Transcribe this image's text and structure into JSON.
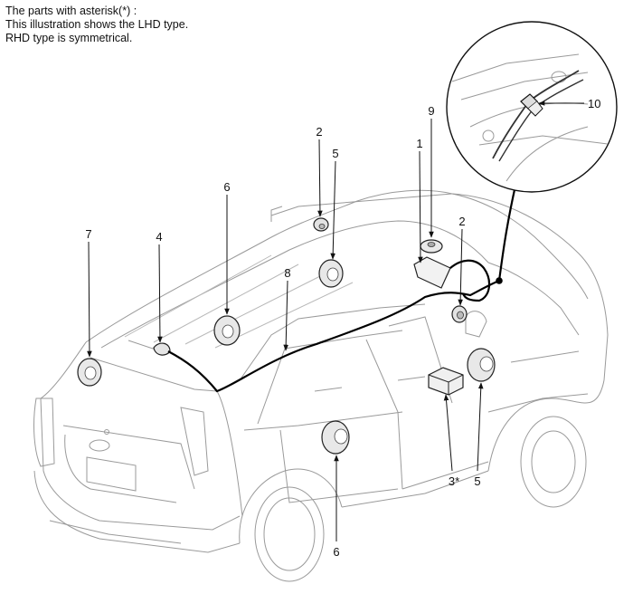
{
  "notes": {
    "line1": "The parts with asterisk(*) :",
    "line2": "This illustration shows the LHD type.",
    "line3": "RHD type is symmetrical."
  },
  "callouts": {
    "c1": "1",
    "c2a": "2",
    "c2b": "2",
    "c3": "3*",
    "c4": "4",
    "c5a": "5",
    "c5b": "5",
    "c6a": "6",
    "c6b": "6",
    "c7": "7",
    "c8": "8",
    "c9": "9",
    "c10": "10"
  }
}
